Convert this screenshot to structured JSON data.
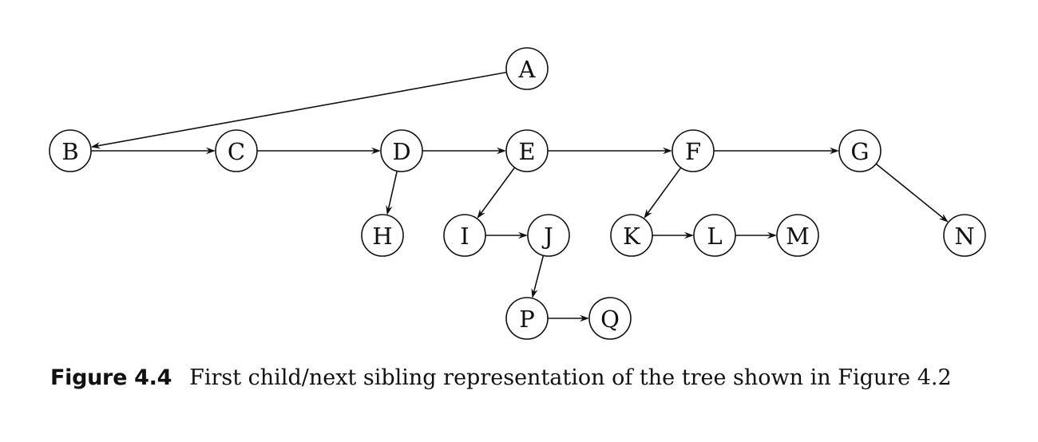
{
  "diagram": {
    "nodes": [
      {
        "id": "A",
        "label": "A"
      },
      {
        "id": "B",
        "label": "B"
      },
      {
        "id": "C",
        "label": "C"
      },
      {
        "id": "D",
        "label": "D"
      },
      {
        "id": "E",
        "label": "E"
      },
      {
        "id": "F",
        "label": "F"
      },
      {
        "id": "G",
        "label": "G"
      },
      {
        "id": "H",
        "label": "H"
      },
      {
        "id": "I",
        "label": "I"
      },
      {
        "id": "J",
        "label": "J"
      },
      {
        "id": "K",
        "label": "K"
      },
      {
        "id": "L",
        "label": "L"
      },
      {
        "id": "M",
        "label": "M"
      },
      {
        "id": "N",
        "label": "N"
      },
      {
        "id": "P",
        "label": "P"
      },
      {
        "id": "Q",
        "label": "Q"
      }
    ],
    "edges": [
      {
        "from": "A",
        "to": "B"
      },
      {
        "from": "B",
        "to": "C"
      },
      {
        "from": "C",
        "to": "D"
      },
      {
        "from": "D",
        "to": "E"
      },
      {
        "from": "E",
        "to": "F"
      },
      {
        "from": "F",
        "to": "G"
      },
      {
        "from": "D",
        "to": "H"
      },
      {
        "from": "E",
        "to": "I"
      },
      {
        "from": "I",
        "to": "J"
      },
      {
        "from": "J",
        "to": "P"
      },
      {
        "from": "P",
        "to": "Q"
      },
      {
        "from": "F",
        "to": "K"
      },
      {
        "from": "K",
        "to": "L"
      },
      {
        "from": "L",
        "to": "M"
      },
      {
        "from": "G",
        "to": "N"
      }
    ]
  },
  "caption": {
    "tag": "Figure 4.4",
    "text": "First child/next sibling representation of the tree shown in Figure 4.2"
  }
}
